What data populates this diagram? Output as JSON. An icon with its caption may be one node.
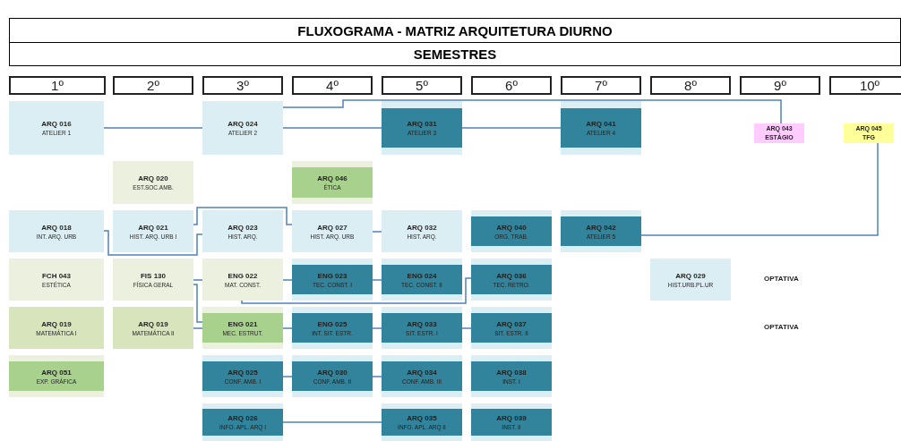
{
  "diagram": {
    "nodes": [
      {
        "text": [
          "FLUXOGRAMA - MATRIZ ARQUITETURA DIURNO"
        ]
      },
      {
        "text": [
          "SEMESTRES"
        ]
      },
      {
        "text": [
          "1º"
        ]
      },
      {
        "text": [
          "2º"
        ]
      },
      {
        "text": [
          "3º"
        ]
      },
      {
        "text": [
          "4º"
        ]
      },
      {
        "text": [
          "5º"
        ]
      },
      {
        "text": [
          "6º"
        ]
      },
      {
        "text": [
          "7º"
        ]
      },
      {
        "text": [
          "8º"
        ]
      },
      {
        "text": [
          "9º"
        ]
      },
      {
        "text": [
          "10º"
        ]
      },
      {
        "text": [
          "ARQ 016",
          "ATELIER 1"
        ]
      },
      {
        "text": [
          "ARQ 024",
          "ATELIER 2"
        ]
      },
      {
        "text": [
          "ARQ 031",
          "ATELIER 3"
        ]
      },
      {
        "text": [
          "ARQ 041",
          "ATELIER 4"
        ]
      },
      {
        "text": [
          "ARQ 043",
          "ESTÁGIO"
        ]
      },
      {
        "text": [
          "ARQ 045",
          "TFG"
        ]
      },
      {
        "text": [
          "ARQ 020",
          "EST.SOC.AMB."
        ]
      },
      {
        "text": [
          "ARQ 046",
          "ÉTICA"
        ]
      },
      {
        "text": [
          "ARQ 018",
          "INT. ARQ. URB"
        ]
      },
      {
        "text": [
          "ARQ 021",
          "HIST. ARQ. URB I"
        ]
      },
      {
        "text": [
          "ARQ 023",
          "HIST. ARQ."
        ]
      },
      {
        "text": [
          "ARQ 027",
          "HIST. ARQ. URB"
        ]
      },
      {
        "text": [
          "ARQ 032",
          "HIST. ARQ."
        ]
      },
      {
        "text": [
          "ARQ 040",
          "ORG. TRAB."
        ]
      },
      {
        "text": [
          "ARQ 042",
          "ATELIER 5"
        ]
      },
      {
        "text": [
          "FCH 043",
          "ESTÉTICA"
        ]
      },
      {
        "text": [
          "FIS 130",
          "FÍSICA GERAL"
        ]
      },
      {
        "text": [
          "ENG 022",
          "MAT. CONST."
        ]
      },
      {
        "text": [
          "ENG 023",
          "TEC. CONST. I"
        ]
      },
      {
        "text": [
          "ENG 024",
          "TEC. CONST. II"
        ]
      },
      {
        "text": [
          "ARQ 036",
          "TEC. RETRO."
        ]
      },
      {
        "text": [
          "ARQ 029",
          "HIST.URB.PL.UR"
        ]
      },
      {
        "text": [
          "ARQ 019",
          "MATEMÁTICA I"
        ]
      },
      {
        "text": [
          "ARQ 019",
          "MATEMÁTICA II"
        ]
      },
      {
        "text": [
          "ENG 021",
          "MEC. ESTRUT."
        ]
      },
      {
        "text": [
          "ENG 025",
          "INT. SIT. ESTR."
        ]
      },
      {
        "text": [
          "ARQ 033",
          "SIT. ESTR. I"
        ]
      },
      {
        "text": [
          "ARQ 037",
          "SIT. ESTR. II"
        ]
      },
      {
        "text": [
          "ARQ 051",
          "EXP. GRÁFICA"
        ]
      },
      {
        "text": [
          "ARQ 025",
          "CONF. AMB. I"
        ]
      },
      {
        "text": [
          "ARQ 030",
          "CONF. AMB. II"
        ]
      },
      {
        "text": [
          "ARQ 034",
          "CONF. AMB. III"
        ]
      },
      {
        "text": [
          "ARQ 038",
          "INST. I"
        ]
      },
      {
        "text": [
          "ARQ 026",
          "INFO. APL. ARQ I"
        ]
      },
      {
        "text": [
          "ARQ 035",
          "INFO. APL. ARQ II"
        ]
      },
      {
        "text": [
          "ARQ 039",
          "INST. II"
        ]
      }
    ],
    "edges": [
      {
        "from": 12,
        "to": 13,
        "arrow": "none"
      },
      {
        "from": 13,
        "to": 14,
        "arrow": "none"
      },
      {
        "from": 14,
        "to": 15,
        "arrow": "none"
      },
      {
        "from": 13,
        "to": 16,
        "arrow": "none"
      },
      {
        "from": 26,
        "to": 17,
        "arrow": "none"
      },
      {
        "from": 20,
        "to": 22,
        "arrow": "none"
      },
      {
        "from": 21,
        "to": 23,
        "arrow": "none"
      },
      {
        "from": 23,
        "to": 24,
        "arrow": "none"
      },
      {
        "from": 28,
        "to": 29,
        "arrow": "none"
      },
      {
        "from": 28,
        "to": 36,
        "arrow": "none"
      },
      {
        "from": 29,
        "to": 30,
        "arrow": "none"
      },
      {
        "from": 29,
        "to": 32,
        "arrow": "none"
      },
      {
        "from": 30,
        "to": 31,
        "arrow": "none"
      },
      {
        "from": 35,
        "to": 36,
        "arrow": "none"
      },
      {
        "from": 36,
        "to": 37,
        "arrow": "none"
      },
      {
        "from": 37,
        "to": 38,
        "arrow": "none"
      },
      {
        "from": 38,
        "to": 39,
        "arrow": "none"
      },
      {
        "from": 41,
        "to": 42,
        "arrow": "none"
      },
      {
        "from": 42,
        "to": 43,
        "arrow": "none"
      },
      {
        "from": 45,
        "to": 46,
        "arrow": "none"
      }
    ],
    "labels": [
      "OPTATIVA",
      "OPTATIVA"
    ]
  }
}
